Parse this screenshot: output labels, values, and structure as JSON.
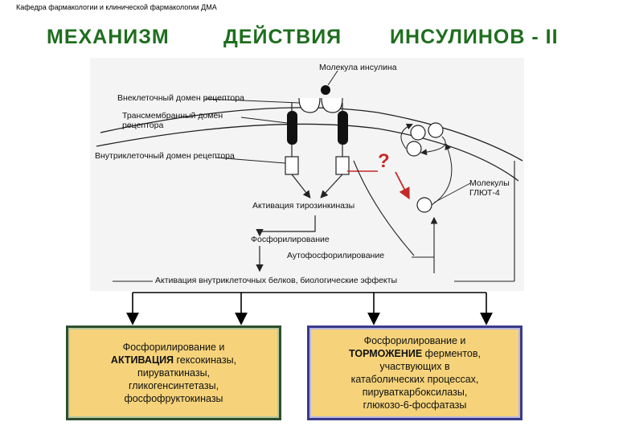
{
  "header": {
    "caption": "Кафедра фармакологии и клинической фармакологии ДМА",
    "title_words": [
      "МЕХАНИЗМ",
      "ДЕЙСТВИЯ",
      "ИНСУЛИНОВ - II"
    ]
  },
  "diagram": {
    "labels": {
      "insulin_molecule": "Молекула инсулина",
      "extracellular_domain": "Внеклеточный домен рецептора",
      "transmembrane_domain": "Трансмембранный домен рецептора",
      "intracellular_domain": "Внутриклеточный домен рецептора",
      "glut4": "Молекулы ГЛЮТ-4",
      "tyrosine_kinase": "Активация тирозинкиназы",
      "phosphorylation": "Фосфорилирование",
      "autophosphorylation": "Аутофосфорилирование",
      "activation_proteins": "Активация внутриклеточных белков, биологические эффекты",
      "question": "?"
    },
    "colors": {
      "question_mark": "#c62828",
      "title": "#1f6e1f",
      "box_fill": "#f6d37a"
    }
  },
  "boxes": {
    "left": {
      "line1": "Фосфорилирование и",
      "emphasis": "АКТИВАЦИЯ",
      "line2_rest": " гексокиназы,",
      "line3": "пируваткиназы,",
      "line4": "гликогенсинтетазы,",
      "line5": "фосфофруктокиназы"
    },
    "right": {
      "line1": "Фосфорилирование и",
      "emphasis": "ТОРМОЖЕНИЕ",
      "line2_rest": " ферментов,",
      "line3": "участвующих в",
      "line4": "катаболических процессах,",
      "line5": "пируваткарбоксилазы,",
      "line6": "глюкозо-6-фосфатазы"
    }
  }
}
